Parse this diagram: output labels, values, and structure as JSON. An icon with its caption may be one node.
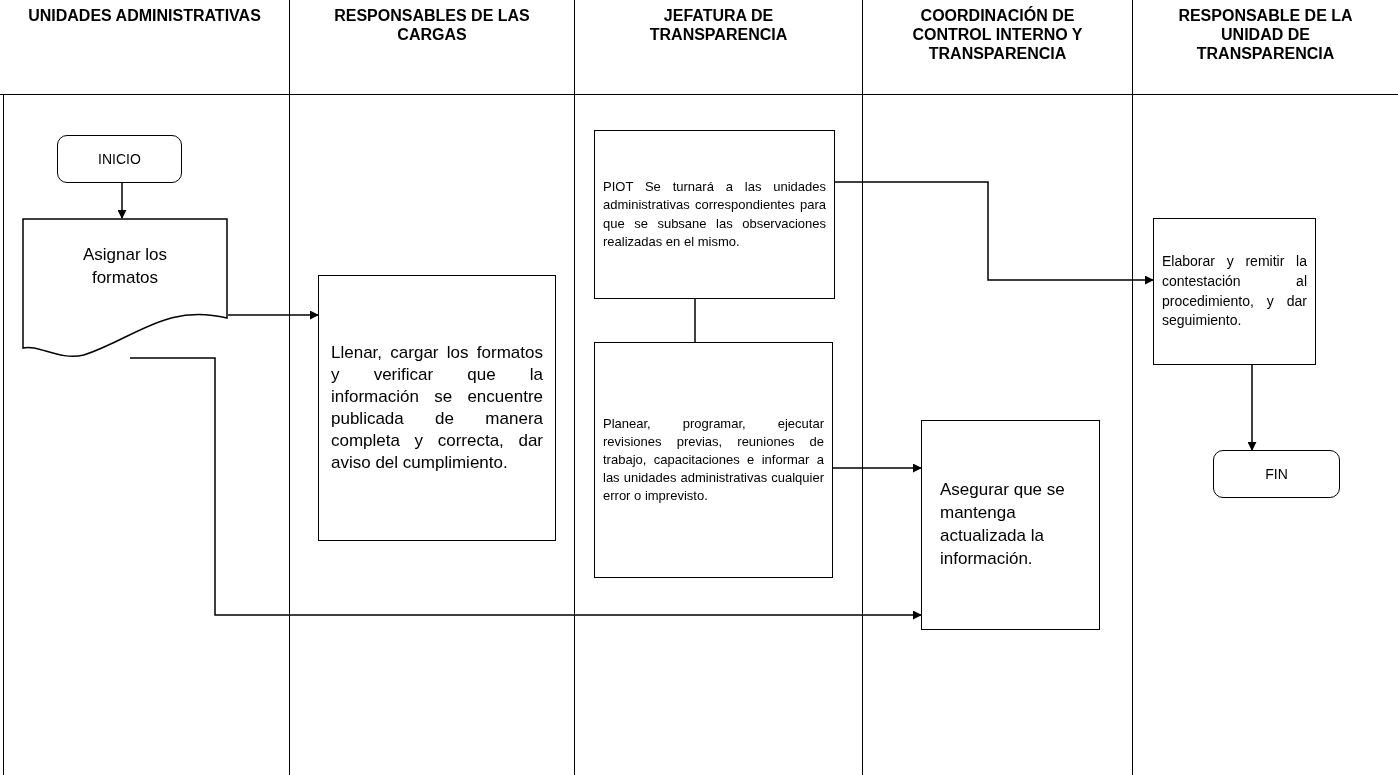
{
  "diagram": {
    "nodes": [
      {
        "text": [
          "UNIDADES ADMINISTRATIVAS"
        ]
      },
      {
        "text": [
          "RESPONSABLES DE LAS CARGAS"
        ]
      },
      {
        "text": [
          "JEFATURA DE TRANSPARENCIA"
        ]
      },
      {
        "text": [
          "COORDINACIÓN DE CONTROL INTERNO Y TRANSPARENCIA"
        ]
      },
      {
        "text": [
          "RESPONSABLE DE LA UNIDAD DE TRANSPARENCIA"
        ]
      },
      {
        "text": [
          "INICIO"
        ],
        "in": 0
      },
      {
        "text": [
          "Asignar los formatos"
        ],
        "in": 0
      },
      {
        "text": [
          "Llenar, cargar los formatos y verificar que la información se encuentre publicada de manera completa y correcta, dar aviso del cumplimiento."
        ],
        "in": 1
      },
      {
        "text": [
          "PIOT Se turnará a las unidades administrativas correspondientes para que se subsane las observaciones realizadas en el mismo."
        ],
        "in": 2
      },
      {
        "text": [
          "Planear, programar, ejecutar revisiones previas, reuniones de trabajo, capacitaciones e informar a las unidades administrativas cualquier error o imprevisto."
        ],
        "in": 2
      },
      {
        "text": [
          "Asegurar que se mantenga actualizada la información."
        ],
        "in": 3
      },
      {
        "text": [
          "Elaborar y remitir la contestación al procedimiento, y dar seguimiento."
        ],
        "in": 4
      },
      {
        "text": [
          "FIN"
        ],
        "in": 4
      }
    ],
    "edges": [
      {
        "from": 5,
        "to": 6,
        "arrow": "to"
      },
      {
        "from": 6,
        "to": 7,
        "arrow": "to"
      },
      {
        "from": 6,
        "to": 10,
        "arrow": "to"
      },
      {
        "from": 8,
        "to": 11,
        "arrow": "to"
      },
      {
        "from": 8,
        "to": 9,
        "arrow": "none"
      },
      {
        "from": 9,
        "to": 10,
        "arrow": "to"
      },
      {
        "from": 11,
        "to": 12,
        "arrow": "to"
      }
    ]
  }
}
